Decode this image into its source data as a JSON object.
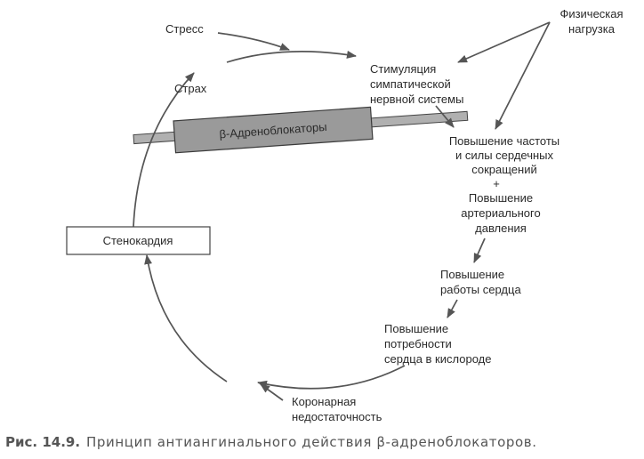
{
  "diagram": {
    "nodes": {
      "stress": "Стресс",
      "fear": "Страх",
      "physical_load": [
        "Физическая",
        "нагрузка"
      ],
      "sympathetic": [
        "Стимуляция",
        "симпатической",
        "нервной системы"
      ],
      "heart_rate": [
        "Повышение частоты",
        "и силы сердечных",
        "сокращений"
      ],
      "plus": "+",
      "blood_pressure": [
        "Повышение",
        "артериального",
        "давления"
      ],
      "heart_work": [
        "Повышение",
        "работы сердца"
      ],
      "oxygen_demand": [
        "Повышение",
        "потребности",
        "сердца в кислороде"
      ],
      "coronary": [
        "Коронарная",
        "недостаточность"
      ],
      "angina": "Стенокардия",
      "blocker": "β-Адреноблокаторы"
    },
    "colors": {
      "line": "#555555",
      "blocker_fill": "#9a9a9a",
      "bar_fill": "#b0b0b0",
      "caption": "#555555"
    }
  },
  "caption": {
    "number": "Рис. 14.9.",
    "text": "Принцип антиангинального действия β-адреноблокаторов."
  }
}
